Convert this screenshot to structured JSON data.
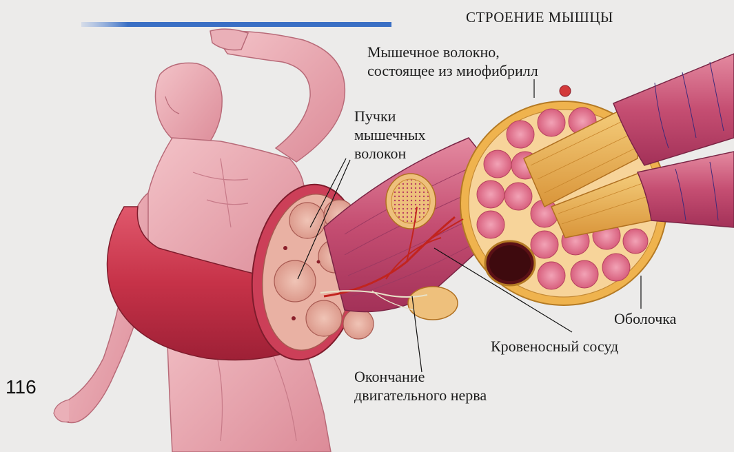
{
  "title": "СТРОЕНИЕ МЫШЦЫ",
  "page_number": "116",
  "labels": {
    "fiber_line1": "Мышечное волокно,",
    "fiber_line2": "состоящее из миофибрилл",
    "bundles_line1": "Пучки",
    "bundles_line2": "мышечных",
    "bundles_line3": "волокон",
    "sheath": "Оболочка",
    "vessel": "Кровеносный сосуд",
    "nerve_line1": "Окончание",
    "nerve_line2": "двигательного нерва"
  },
  "colors": {
    "background": "#ecebea",
    "title_bar": "#3a6fc4",
    "skin": "#e9a6b0",
    "muscle": "#c9384e",
    "fiber": "#d96e86",
    "sheath": "#e8a24a",
    "vessel": "#c2241e"
  },
  "icons": [
    "human-figure-icon",
    "muscle-cross-section-icon",
    "muscle-fiber-icon"
  ]
}
